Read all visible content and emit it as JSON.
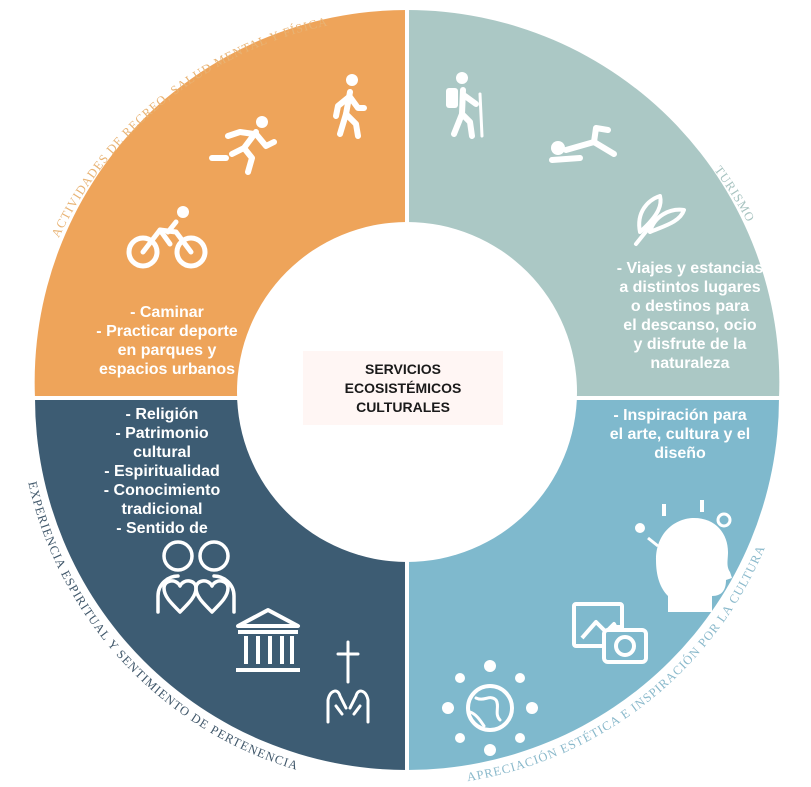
{
  "center": {
    "lines": [
      "SERVICIOS",
      "ECOSISTÉMICOS",
      "CULTURALES"
    ]
  },
  "colors": {
    "orange": "#eea45a",
    "sage": "#abc8c5",
    "navy": "#3d5c73",
    "lightblue": "#7fb9cd",
    "orange_label": "#e8b374",
    "sage_label": "#a7c3c0",
    "navy_label": "#41586b",
    "blue_label": "#8ab9cb"
  },
  "quadrants": {
    "recreation": {
      "arc_title": "ACTIVIDADES DE RECREO, SALUD MENTAL Y FÍSICA",
      "items": [
        "- Caminar",
        "- Practicar deporte",
        "en parques y",
        "espacios urbanos"
      ],
      "icons": [
        "walking-person-icon",
        "running-person-icon",
        "cyclist-icon"
      ]
    },
    "tourism": {
      "arc_title": "TURISMO",
      "items": [
        "- Viajes y estancias",
        "a distintos lugares",
        "o destinos para",
        "el descanso, ocio",
        "y disfrute de la",
        "naturaleza"
      ],
      "icons": [
        "hiker-icon",
        "sunbathing-person-icon",
        "leaves-icon"
      ]
    },
    "spiritual": {
      "arc_title": "EXPERIENCIA ESPIRITUAL Y SENTIMIENTO DE PERTENENCIA",
      "items": [
        "- Religión",
        "- Patrimonio",
        "cultural",
        "- Espiritualidad",
        "- Conocimiento",
        "tradicional",
        "- Sentido de"
      ],
      "icons": [
        "people-hearts-icon",
        "temple-icon",
        "cross-praying-hands-icon"
      ]
    },
    "aesthetic": {
      "arc_title": "APRECIACIÓN ESTÉTICA E INSPIRACIÓN POR LA CULTURA",
      "items": [
        "- Inspiración para",
        "el arte, cultura y el",
        "diseño"
      ],
      "icons": [
        "creative-head-icon",
        "photo-camera-icon",
        "global-community-icon"
      ]
    }
  }
}
